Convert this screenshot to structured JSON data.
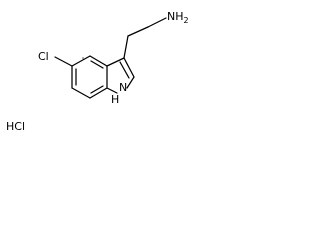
{
  "molecule": {
    "atom_labels": {
      "amine": "NH",
      "amine_subscript": "2",
      "chloro": "Cl",
      "indole_n": "N",
      "indole_h": "H",
      "salt": "HCl"
    }
  }
}
